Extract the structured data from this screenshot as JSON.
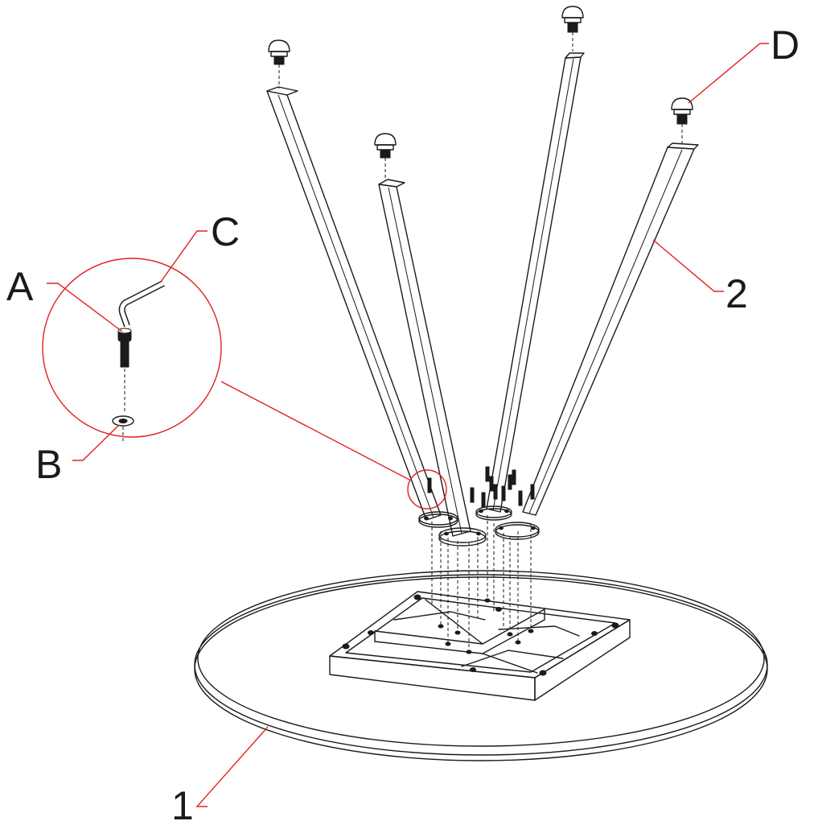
{
  "diagram": {
    "accent_color": "#e02020",
    "line_color": "#1a1a1a",
    "callouts": {
      "A": "A",
      "B": "B",
      "C": "C",
      "D": "D",
      "one": "1",
      "two": "2"
    },
    "parts": [
      {
        "id": "1",
        "name": "table-top-icon"
      },
      {
        "id": "2",
        "name": "leg-icon"
      },
      {
        "id": "A",
        "name": "bolt-icon"
      },
      {
        "id": "B",
        "name": "washer-icon"
      },
      {
        "id": "C",
        "name": "allen-key-icon"
      },
      {
        "id": "D",
        "name": "foot-cap-icon"
      }
    ]
  }
}
